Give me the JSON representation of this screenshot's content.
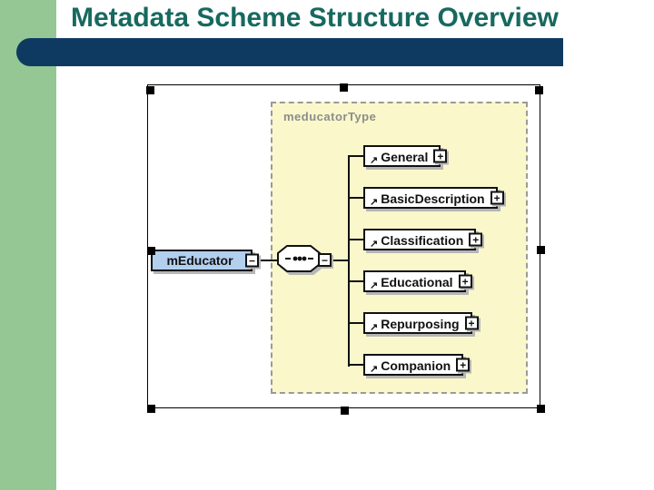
{
  "slide": {
    "title": "Metadata Scheme Structure Overview"
  },
  "diagram": {
    "type_label": "meducatorType",
    "root_label": "mEducator",
    "children": [
      {
        "label": "General"
      },
      {
        "label": "BasicDescription"
      },
      {
        "label": "Classification"
      },
      {
        "label": "Educational"
      },
      {
        "label": "Repurposing"
      },
      {
        "label": "Companion"
      }
    ],
    "expand_glyph": "+",
    "collapse_glyph": "−",
    "ref_arrow_glyph": "↗",
    "sequence_icon": "sequence-compositor-icon"
  },
  "colors": {
    "accent_green": "#95c794",
    "bar_navy": "#0e3a62",
    "title_teal": "#17695f",
    "type_box_fill": "#faf7cb",
    "type_box_border": "#9a9a9a",
    "root_box_fill": "#b2cfee",
    "box_border": "#111111",
    "shadow": "#b6b6b6",
    "handle": "#000000"
  }
}
